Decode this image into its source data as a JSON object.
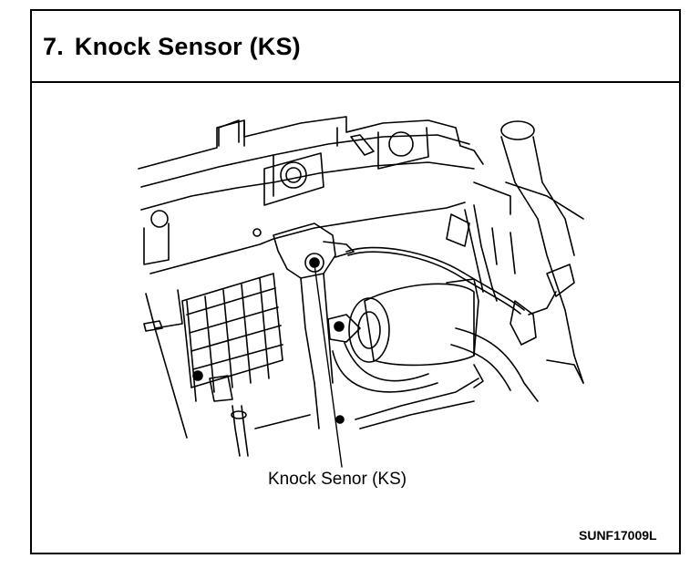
{
  "section": {
    "number": "7.",
    "title": "Knock Sensor (KS)"
  },
  "figure": {
    "callout_label": "Knock Senor (KS)",
    "figure_code": "SUNF17009L"
  }
}
